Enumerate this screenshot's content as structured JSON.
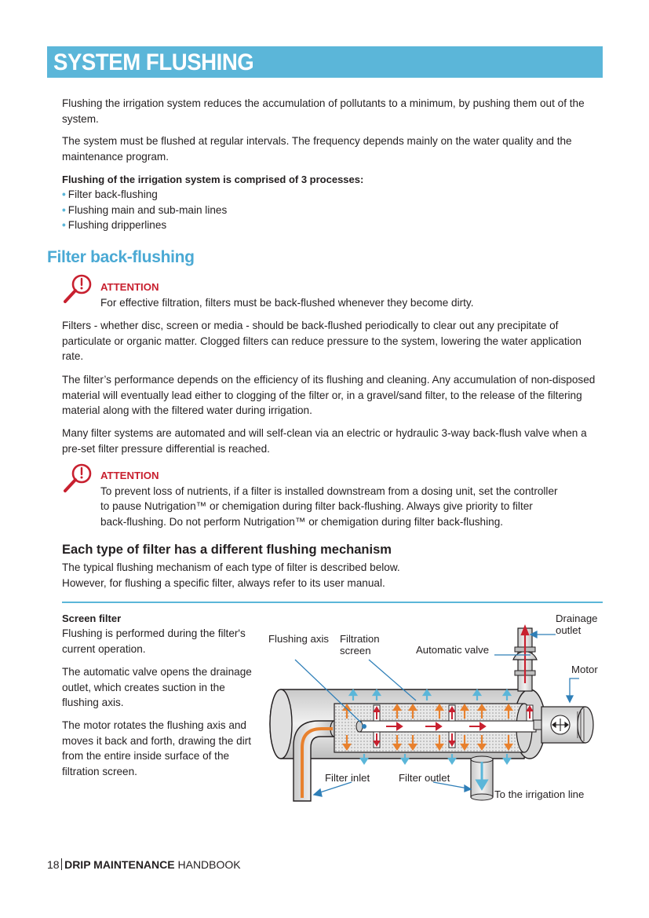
{
  "page_title": "SYSTEM FLUSHING",
  "intro": {
    "p1": "Flushing the irrigation system reduces the accumulation of pollutants to a minimum, by pushing them out of the system.",
    "p2": "The system must be flushed at regular intervals. The frequency depends mainly on the water quality and the maintenance program.",
    "list_heading": "Flushing of the irrigation system is comprised of 3 processes:",
    "list_items": [
      "Filter back-flushing",
      "Flushing main and sub-main lines",
      "Flushing dripperlines"
    ],
    "bullet": "•"
  },
  "section": {
    "heading": "Filter back-flushing",
    "attention1": {
      "title": "ATTENTION",
      "text": "For effective filtration, filters must be back-flushed whenever they become dirty."
    },
    "p1": "Filters - whether disc, screen or media - should be back-flushed periodically to clear out any precipitate of particulate or organic matter. Clogged filters can reduce pressure to the system, lowering the water application rate.",
    "p2": "The filter’s performance depends on the efficiency of its flushing and cleaning. Any accumulation of non-disposed material will eventually lead either to clogging of the filter or, in a gravel/sand filter, to the release of the filtering material along with the filtered water during irrigation.",
    "p3": "Many filter systems are automated and will self-clean via an electric or hydraulic 3-way back-flush valve when a pre-set filter pressure differential is reached.",
    "attention2": {
      "title": "ATTENTION",
      "line1": "To prevent loss of nutrients, if a filter is installed downstream from a dosing unit, set the controller",
      "line2": "to pause Nutrigation™ or chemigation during filter back-flushing. Always give priority to filter",
      "line3": "back-flushing. Do not perform Nutrigation™ or chemigation during filter back-flushing."
    }
  },
  "mechanism": {
    "heading": "Each type of filter has a different flushing mechanism",
    "line1": "The typical flushing mechanism of each type of filter is described below.",
    "line2": "However, for flushing a specific filter, always refer to its user manual."
  },
  "screen_filter": {
    "title": "Screen filter",
    "p1": "Flushing is performed during the filter's current operation.",
    "p2": "The automatic valve opens the drainage outlet, which creates suction in the flushing axis.",
    "p3": "The motor rotates the flushing axis and moves it back and forth, drawing the dirt from the entire inside surface of the filtration screen."
  },
  "diagram": {
    "labels": {
      "flushing_axis": "Flushing axis",
      "filtration_screen": "Filtration screen",
      "automatic_valve": "Automatic valve",
      "drainage_outlet": "Drainage outlet",
      "motor": "Motor",
      "filter_inlet": "Filter inlet",
      "filter_outlet": "Filter outlet",
      "to_irrigation_line": "To the irrigation line"
    },
    "colors": {
      "accent_blue": "#5bb6d9",
      "arrow_orange": "#e8812e",
      "arrow_red": "#c8202f",
      "pipe_gray": "#d9d9d9",
      "outline": "#231f20"
    }
  },
  "footer": {
    "page_number": "18",
    "brand_bold": "DRIP MAINTENANCE",
    "brand_regular": "HANDBOOK"
  },
  "colors": {
    "title_bar": "#5bb6d9",
    "heading_blue": "#4aa9d4",
    "attention_red": "#c8202f"
  }
}
